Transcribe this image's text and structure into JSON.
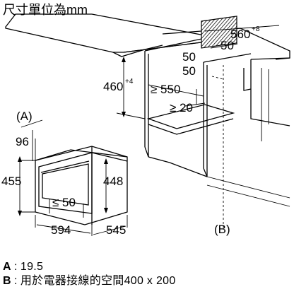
{
  "title": "尺寸單位為mm",
  "labels": {
    "appliance": "(A)",
    "opening": "(B)"
  },
  "dimensions": {
    "worktop_depth": "560",
    "worktop_depth_tol": "+8",
    "top_depth": "50",
    "vent_width": "50",
    "front_gap": "50",
    "niche_height": "460",
    "niche_height_tol": "+4",
    "min_depth": "≥ 550",
    "min_gap": "≥ 20",
    "appliance_height": "455",
    "panel_height": "96",
    "inner_height": "448",
    "door_gap": "≤ 50",
    "appliance_width": "594",
    "appliance_depth": "545"
  },
  "legend": [
    {
      "key": "A",
      "text": "19.5"
    },
    {
      "key": "B",
      "text": "用於電器接線的空間400 x 200"
    }
  ]
}
